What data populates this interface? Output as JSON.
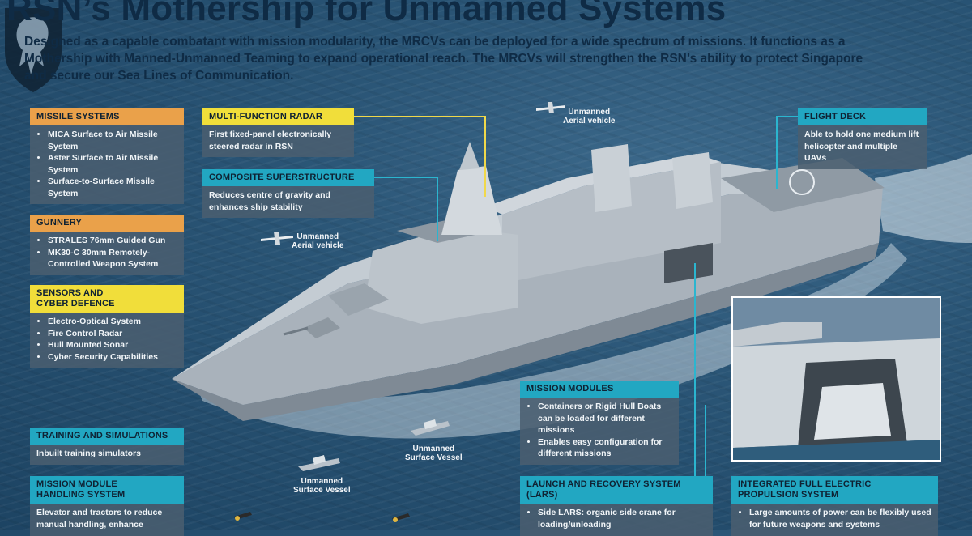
{
  "header": {
    "title": "RSN’s Mothership for Unmanned Systems",
    "intro": "Designed as a capable combatant with mission modularity, the MRCVs can be deployed for a wide spectrum of missions. It functions as a Mothership with Manned-Unmanned Teaming to expand operational reach. The MRCVs will strengthen the RSN’s ability to protect Singapore and secure our Sea Lines of Communication."
  },
  "panels": {
    "missile": {
      "title": "MISSILE SYSTEMS",
      "items": [
        "MICA Surface to Air Missile System",
        "Aster Surface to Air Missile System",
        "Surface-to-Surface Missile System"
      ]
    },
    "gunnery": {
      "title": "GUNNERY",
      "items": [
        "STRALES 76mm Guided Gun",
        "MK30-C 30mm Remotely-Controlled Weapon System"
      ]
    },
    "sensors": {
      "title_line1": "SENSORS AND",
      "title_line2": "CYBER DEFENCE",
      "items": [
        "Electro-Optical System",
        "Fire Control Radar",
        "Hull Mounted Sonar",
        "Cyber Security Capabilities"
      ]
    },
    "training": {
      "title": "TRAINING AND SIMULATIONS",
      "text": "Inbuilt training simulators"
    },
    "module_handling": {
      "title_line1": "MISSION MODULE",
      "title_line2": "HANDLING SYSTEM",
      "text": "Elevator and tractors to reduce manual handling, enhance"
    },
    "radar": {
      "title": "MULTI-FUNCTION RADAR",
      "text": "First fixed-panel electronically steered radar in RSN"
    },
    "superstructure": {
      "title": "COMPOSITE SUPERSTRUCTURE",
      "text": "Reduces centre of gravity and enhances ship stability"
    },
    "flight_deck": {
      "title": "FLIGHT DECK",
      "text": "Able to hold one medium lift helicopter and multiple UAVs"
    },
    "mission_modules": {
      "title": "MISSION MODULES",
      "items": [
        "Containers or Rigid Hull Boats can be loaded for different missions",
        "Enables easy configuration for different missions"
      ]
    },
    "lars": {
      "title_line1": "LAUNCH AND RECOVERY SYSTEM",
      "title_line2": "(LARS)",
      "items": [
        "Side LARS: organic side crane for loading/unloading"
      ]
    },
    "propulsion": {
      "title_line1": "INTEGRATED FULL ELECTRIC",
      "title_line2": "PROPULSION SYSTEM",
      "items": [
        "Large amounts of power can be flexibly used for future weapons and systems"
      ]
    }
  },
  "labels": {
    "uav_top_line1": "Unmanned",
    "uav_top_line2": "Aerial vehicle",
    "uav_mid_line1": "Unmanned",
    "uav_mid_line2": "Aerial vehicle",
    "usv_right_line1": "Unmanned",
    "usv_right_line2": "Surface Vessel",
    "usv_left_line1": "Unmanned",
    "usv_left_line2": "Surface Vessel"
  },
  "colors": {
    "orange": "#eaa14a",
    "yellow": "#f1de3a",
    "teal": "#22a7c2",
    "navy_text": "#0f2b45",
    "panel_body": "#4a5e70"
  }
}
